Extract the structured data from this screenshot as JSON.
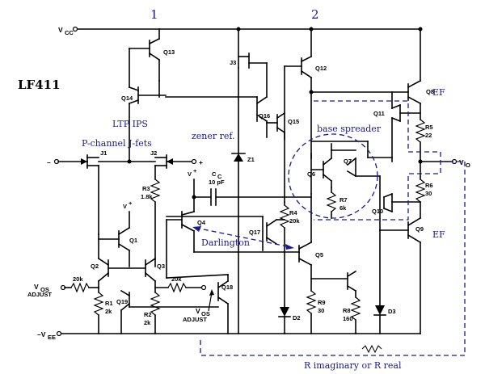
{
  "title": "LF411",
  "stage_numbers": [
    "1",
    "2"
  ],
  "rails": {
    "vcc": "V",
    "vcc_sub": "CC",
    "vee": "–V",
    "vee_sub": "EE"
  },
  "pins": {
    "inv": "–",
    "noninv": "+",
    "out": "V",
    "out_sub": "O"
  },
  "offset_adjust": {
    "v": "V",
    "v_sub": "OS",
    "adjust": "ADJUST"
  },
  "annotations": {
    "ltp_ips": "LTP IPS",
    "pchannel": "P-channel J-fets",
    "zener_ref": "zener ref.",
    "base_spreader": "base spreader",
    "darlington": "Darlington",
    "ef_top": "EF",
    "ef_bottom": "EF",
    "r_imag": "R imaginary or R real"
  },
  "transistors": [
    "Q13",
    "Q14",
    "J3",
    "Q12",
    "Q16",
    "Q15",
    "Q8",
    "Q11",
    "J1",
    "J2",
    "Q6",
    "Q7",
    "Q4",
    "Q17",
    "Q10",
    "Q9",
    "Q1",
    "Q2",
    "Q3",
    "Q5",
    "Q19",
    "Q18"
  ],
  "resistors": [
    {
      "ref": "R3",
      "val": "1.8k"
    },
    {
      "ref": "R4",
      "val": "20k"
    },
    {
      "ref": "R7",
      "val": "6k"
    },
    {
      "ref": "R5",
      "val": "22"
    },
    {
      "ref": "R6",
      "val": "30"
    },
    {
      "ref": "R1",
      "val": "2k"
    },
    {
      "ref": "R2",
      "val": "2k"
    },
    {
      "ref": "R9",
      "val": "30"
    },
    {
      "ref": "R8",
      "val": "160"
    },
    {
      "ref": "",
      "val": "20k"
    },
    {
      "ref": "",
      "val": "20k"
    }
  ],
  "capacitor": {
    "ref": "C",
    "ref_sub": "C",
    "val": "10 pF"
  },
  "diodes": [
    "Z1",
    "D2",
    "D3"
  ],
  "vplus": "V",
  "vplus_sup": "+"
}
